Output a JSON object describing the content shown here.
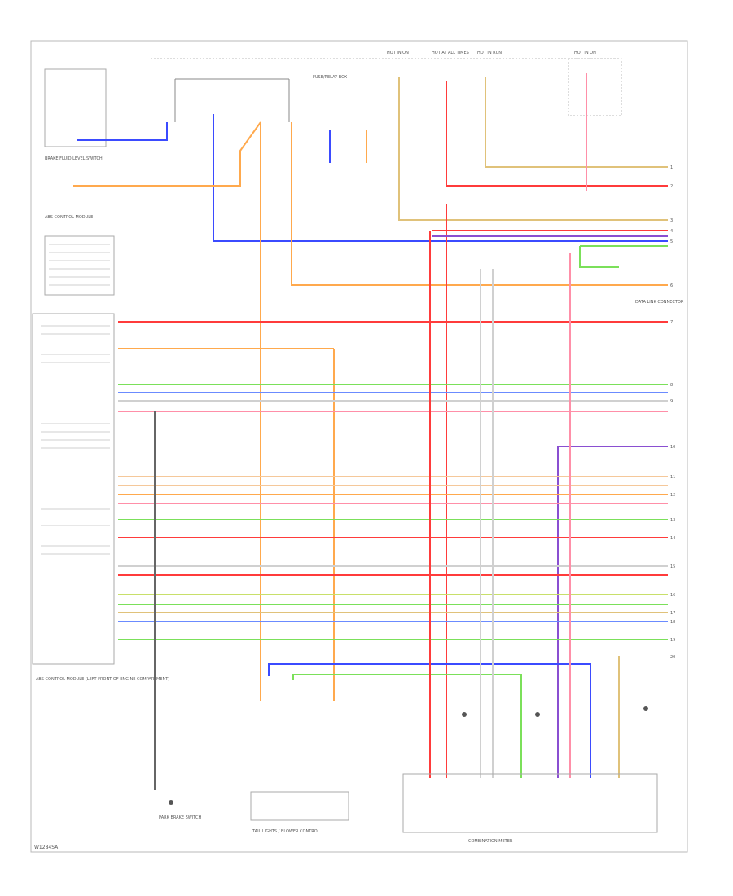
{
  "diagram": {
    "figure_code": "W1284SA",
    "top_fuse_labels": [
      "HOT IN ON",
      "HOT AT ALL TIMES",
      "HOT IN RUN"
    ],
    "top_right_fuse_label": "HOT IN ON",
    "upper_connector_label": "FUSE/RELAY BOX",
    "left_sensor_label": "BRAKE FLUID LEVEL SWITCH",
    "left_module_label_top": "ABS CONTROL MODULE",
    "left_module_label_bottom": "ABS CONTROL MODULE (LEFT FRONT OF ENGINE COMPARTMENT)",
    "bottom_left_component": "PARK BRAKE SWITCH",
    "bottom_center_component": "TAIL LIGHTS / BLOWER CONTROL",
    "bottom_right_component": "COMBINATION METER",
    "right_side_label": "DATA LINK CONNECTOR",
    "pin_terminals": [
      "1",
      "2",
      "3",
      "4",
      "5",
      "6",
      "7",
      "8",
      "9",
      "10",
      "11",
      "12",
      "13",
      "14",
      "15",
      "16",
      "17",
      "18",
      "19",
      "20"
    ],
    "wire_colors": {
      "red": "#ff3b3b",
      "pink": "#ff8fa8",
      "orange": "#ffa94d",
      "tan": "#e0c27a",
      "blue": "#3b4bff",
      "purple": "#8a4fd1",
      "green": "#7be05a",
      "gray": "#bcbcbc",
      "black": "#333333",
      "yellow_green": "#c8e06a"
    }
  }
}
